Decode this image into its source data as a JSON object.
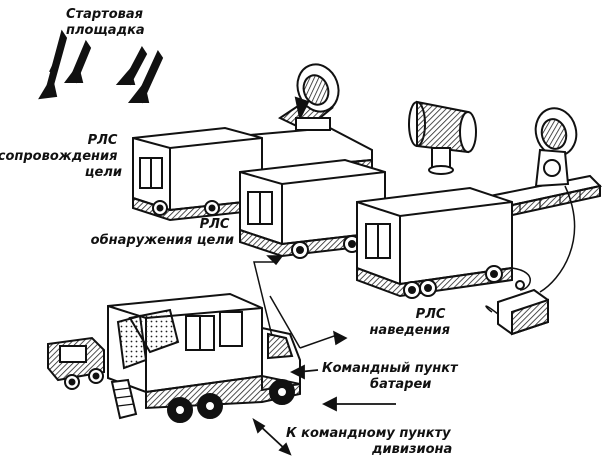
{
  "labels": {
    "launch_site": [
      "Стартовая",
      "площадка"
    ],
    "tracking_radar": [
      "РЛС",
      "сопровождения",
      "цели"
    ],
    "detection_radar": [
      "РЛС",
      "обнаружения цели"
    ],
    "guidance_radar": [
      "РЛС",
      "наведения"
    ],
    "battery_command_post": [
      "Командный пункт",
      "батареи"
    ],
    "division_command_post": [
      "К командному пункту",
      "дивизиона"
    ]
  },
  "colors": {
    "ink": "#111111",
    "paper": "#ffffff",
    "hatch": "#222222"
  },
  "icons": {
    "missile": "missile-icon",
    "dish_antenna": "dish-antenna-icon",
    "cylinder_antenna": "cylinder-antenna-icon",
    "generator": "generator-icon",
    "truck": "truck-icon"
  }
}
